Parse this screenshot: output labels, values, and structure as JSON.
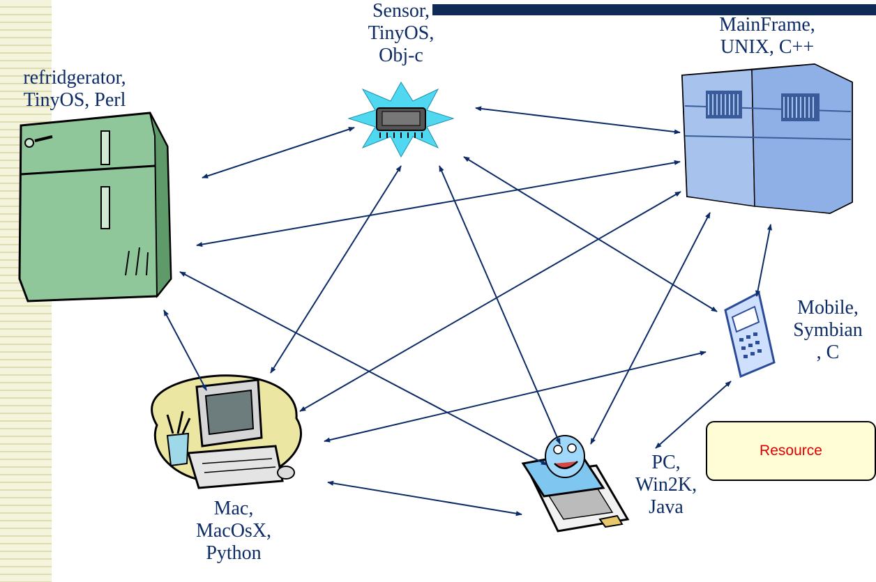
{
  "nodes": {
    "sensor": {
      "line1": "Sensor,",
      "line2": "TinyOS,",
      "line3": "Obj-c"
    },
    "mainframe": {
      "line1": "MainFrame,",
      "line2": "UNIX, C++"
    },
    "fridge": {
      "line1": "refridgerator,",
      "line2": "TinyOS, Perl"
    },
    "mobile": {
      "line1": "Mobile,",
      "line2": "Symbian",
      "line3": ", C"
    },
    "mac": {
      "line1": "Mac,",
      "line2": "MacOsX,",
      "line3": "Python"
    },
    "pc": {
      "line1": "PC,",
      "line2": "Win2K,",
      "line3": "Java"
    }
  },
  "resource": {
    "label": "Resource"
  },
  "colors": {
    "text": "#0b2a66",
    "arrow": "#0b2a66",
    "resource_text": "#e10000"
  }
}
